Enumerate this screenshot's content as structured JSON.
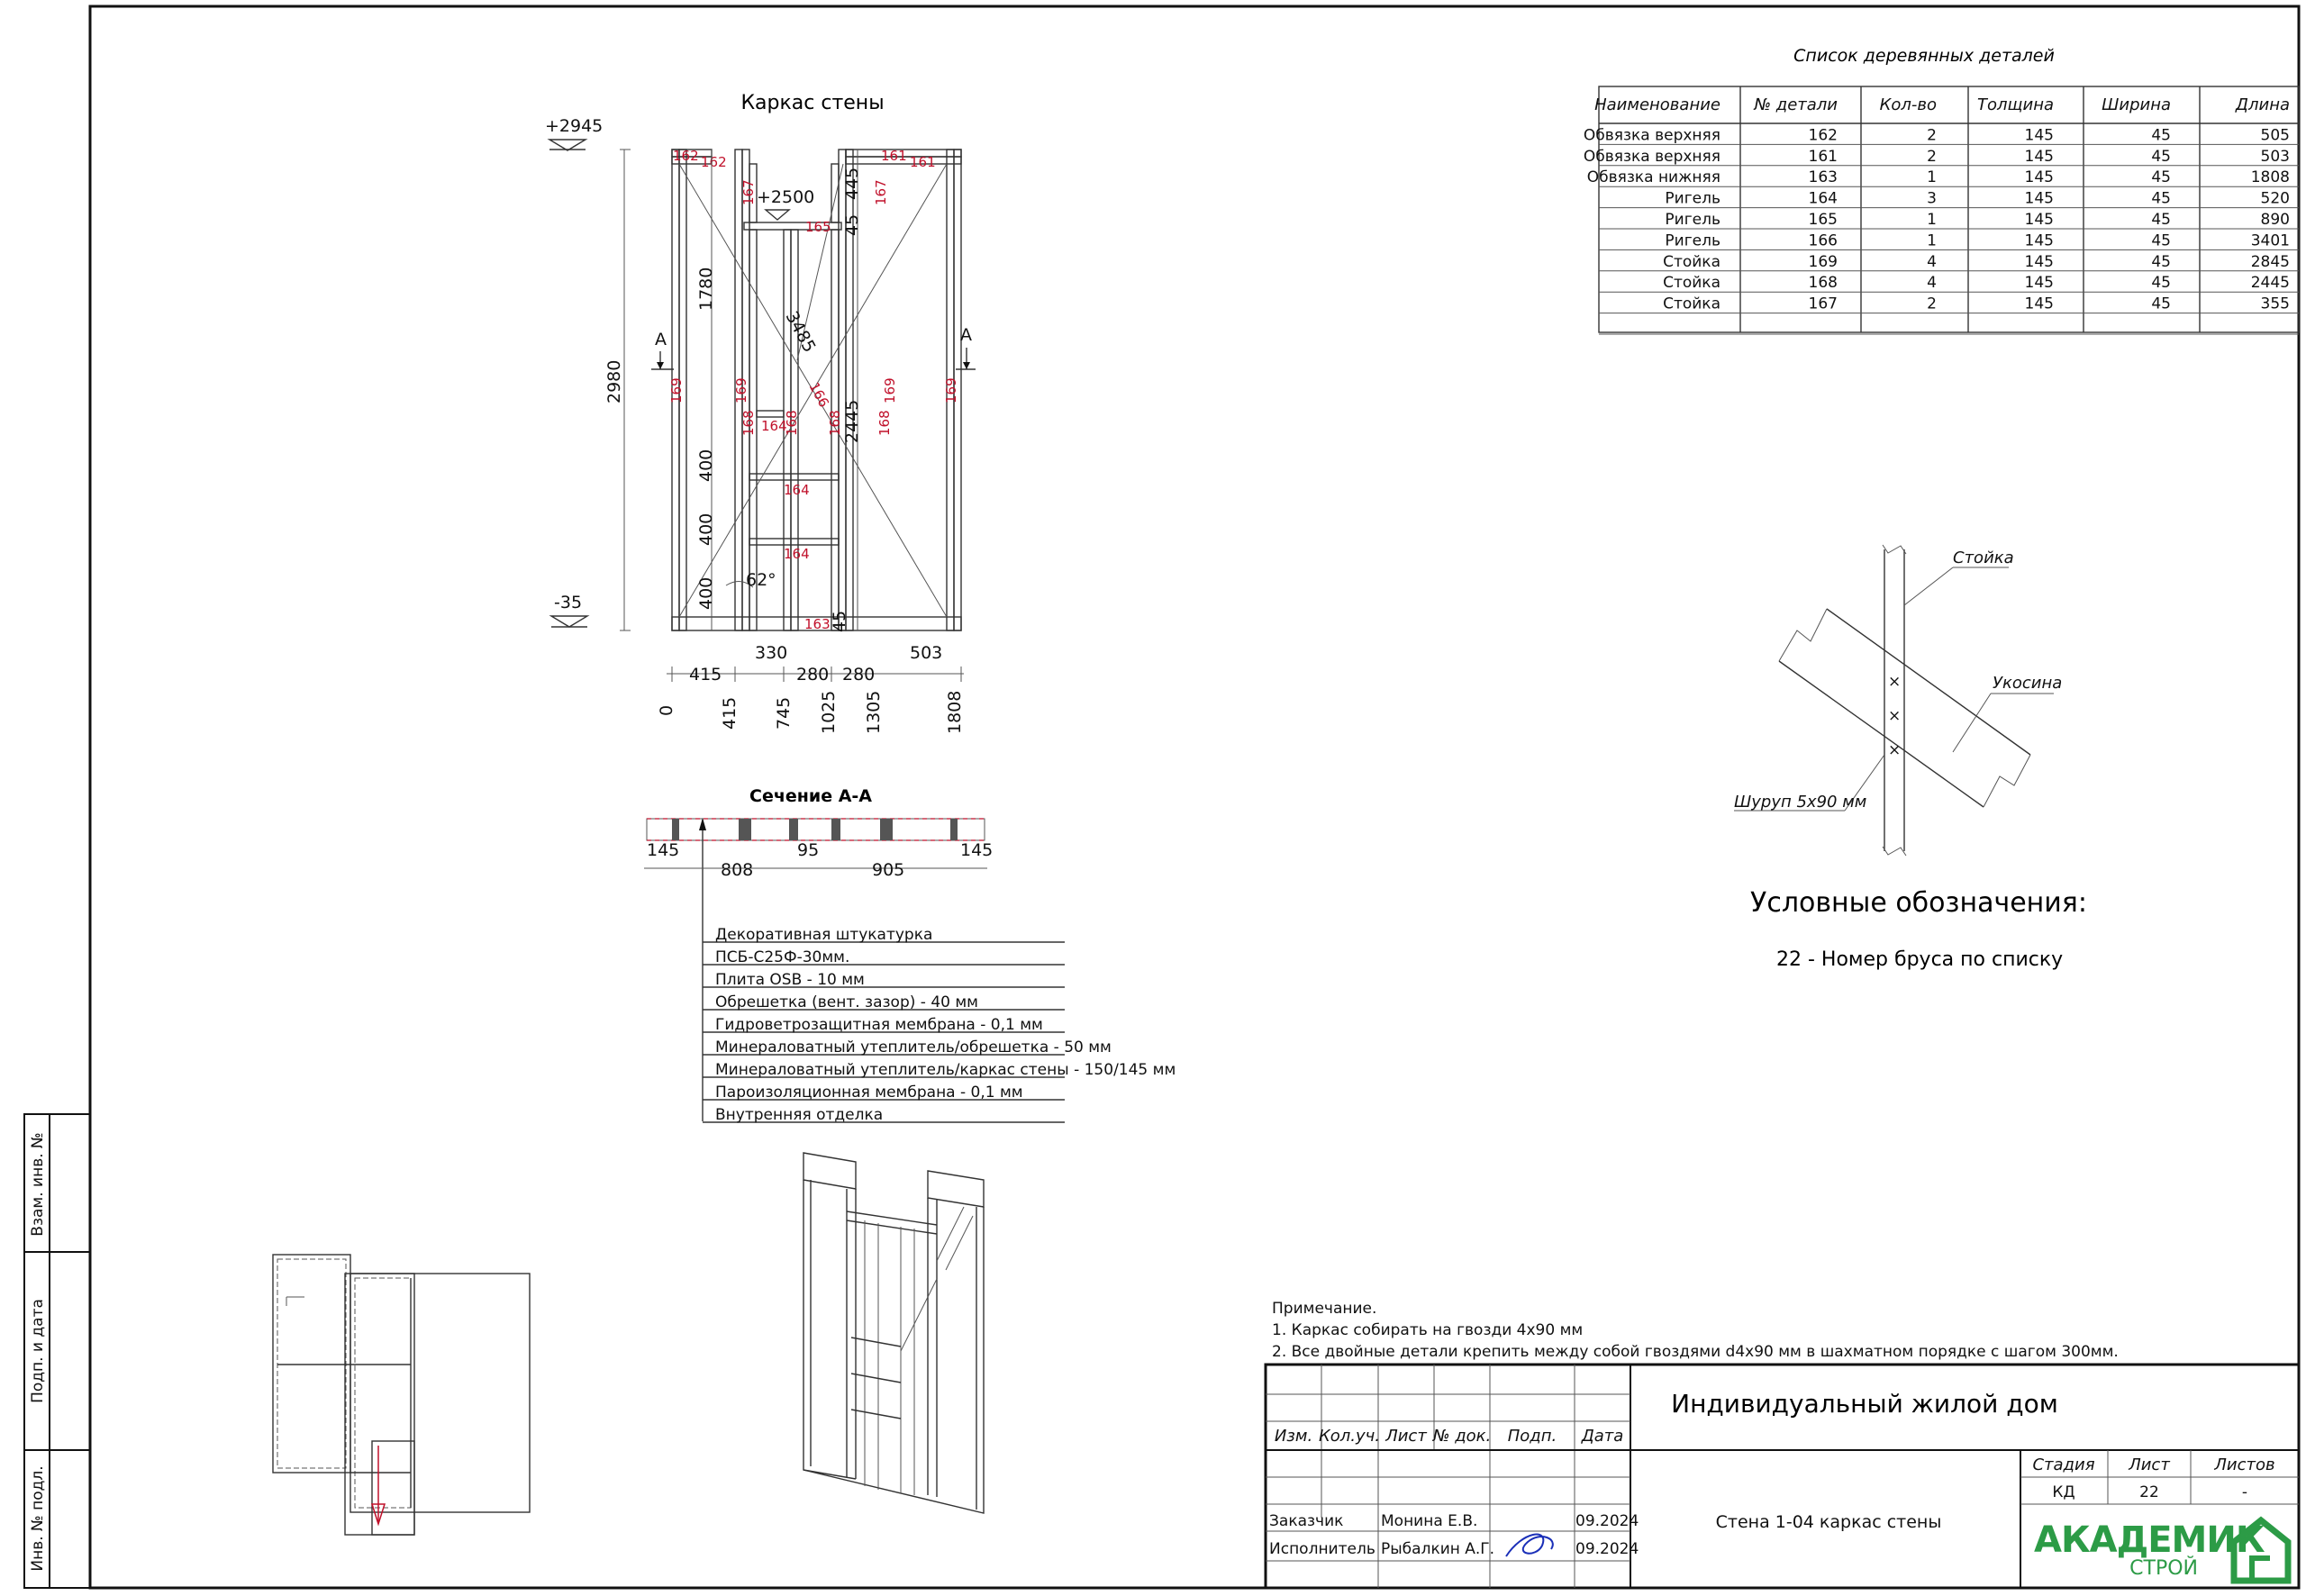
{
  "sheet": {
    "frame_title": "Каркас стены",
    "section_title": "Сечение А-А",
    "parts_title": "Список деревянных деталей",
    "legend_title": "Условные обозначения:",
    "legend_text": "22 -  Номер  бруса по списку"
  },
  "margin_stamp": [
    "Взам. инв. №",
    "Подп. и дата",
    "Инв. № подл."
  ],
  "parts_table": {
    "headers": [
      "Наименование",
      "№ детали",
      "Кол-во",
      "Толщина",
      "Ширина",
      "Длина"
    ],
    "rows": [
      [
        "Обвязка верхняя",
        "162",
        "2",
        "145",
        "45",
        "505"
      ],
      [
        "Обвязка верхняя",
        "161",
        "2",
        "145",
        "45",
        "503"
      ],
      [
        "Обвязка нижняя",
        "163",
        "1",
        "145",
        "45",
        "1808"
      ],
      [
        "Ригель",
        "164",
        "3",
        "145",
        "45",
        "520"
      ],
      [
        "Ригель",
        "165",
        "1",
        "145",
        "45",
        "890"
      ],
      [
        "Ригель",
        "166",
        "1",
        "145",
        "45",
        "3401"
      ],
      [
        "Стойка",
        "169",
        "4",
        "145",
        "45",
        "2845"
      ],
      [
        "Стойка",
        "168",
        "4",
        "145",
        "45",
        "2445"
      ],
      [
        "Стойка",
        "167",
        "2",
        "145",
        "45",
        "355"
      ]
    ]
  },
  "frame_dims": {
    "level_top": "+2945",
    "level_bottom": "-35",
    "level_door": "+2500",
    "height": "2980",
    "v1780": "1780",
    "v400a": "400",
    "v400b": "400",
    "v400c": "400",
    "v445": "445",
    "v45a": "45",
    "v45b": "45",
    "v2445": "2445",
    "diag": "3485",
    "angle": "62°",
    "section_mark": "А",
    "w330": "330",
    "w503": "503",
    "w415": "415",
    "w280a": "280",
    "w280b": "280",
    "ords": [
      "0",
      "415",
      "745",
      "1025",
      "1305",
      "1808"
    ]
  },
  "frame_labels": [
    "162",
    "162",
    "161",
    "161",
    "167",
    "167",
    "165",
    "169",
    "169",
    "169",
    "169",
    "168",
    "168",
    "168",
    "168",
    "164",
    "164",
    "164",
    "166",
    "163"
  ],
  "section_dims": {
    "a": "145",
    "b": "145",
    "c": "95",
    "d": "808",
    "e": "905"
  },
  "layers": [
    "Декоративная штукатурка",
    "ПСБ-С25Ф-30мм.",
    "Плита OSB -  10 мм",
    "Обрешетка (вент. зазор) -  40 мм",
    "Гидроветрозащитная мембрана -  0,1 мм",
    "Минераловатный утеплитель/обрешетка -    50 мм",
    "Минераловатный утеплитель/каркас стены -    150/145 мм",
    "Пароизоляционная мембрана -  0,1 мм",
    "Внутренняя отделка"
  ],
  "node_labels": {
    "post": "Стойка",
    "brace": "Укосина",
    "screw": "Шуруп 5х90 мм"
  },
  "notes": {
    "title": "Примечание.",
    "items": [
      "1. Каркас собирать на гвозди 4х90 мм",
      "2. Все двойные детали крепить между собой гвоздями d4х90 мм в шахматном порядке с шагом 300мм."
    ]
  },
  "title_block": {
    "project": "Индивидуальный жилой дом",
    "sheet_name": "Стена 1-04 каркас стены",
    "col_headers": [
      "Изм.",
      "Кол.уч.",
      "Лист",
      "№ док.",
      "Подп.",
      "Дата"
    ],
    "customer_role": "Заказчик",
    "customer_name": "Монина Е.В.",
    "customer_date": "09.2024",
    "executor_role": "Исполнитель",
    "executor_name": "Рыбалкин А.Г.",
    "executor_date": "09.2024",
    "stage_label": "Стадия",
    "sheet_label": "Лист",
    "sheets_label": "Листов",
    "stage": "КД",
    "sheet_no": "22",
    "sheets_total": "-"
  },
  "logo": {
    "main": "АКАДЕМИК",
    "sub": "СТРОЙ",
    "color": "#2c9b46"
  }
}
